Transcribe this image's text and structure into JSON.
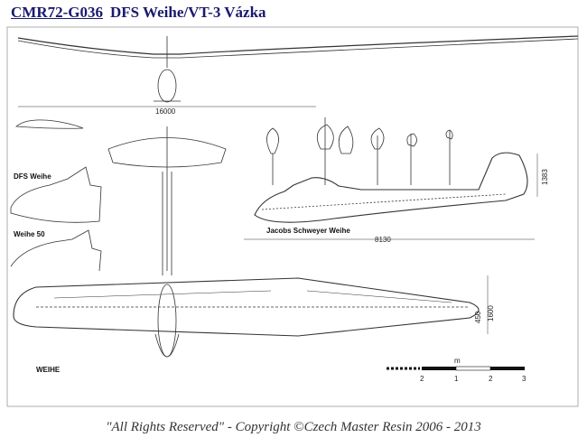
{
  "header": {
    "code_link": "CMR72-G036",
    "name": "DFS Weihe/VT-3 Vázka"
  },
  "drawing": {
    "span_dim": "16000",
    "variant_1": "DFS Weihe",
    "variant_2": "Weihe 50",
    "side_view_label": "Jacobs Schweyer Weihe",
    "length_dim": "8130",
    "height_dim": "1383",
    "tip_dim_1": "450",
    "tip_dim_2": "1600",
    "plan_label": "WEIHE",
    "scale_unit": "m",
    "scale_ticks": [
      "2",
      "1",
      "2",
      "3"
    ]
  },
  "footer": {
    "copyright": "\"All Rights Reserved\" - Copyright ©Czech Master Resin 2006 - 2013"
  }
}
